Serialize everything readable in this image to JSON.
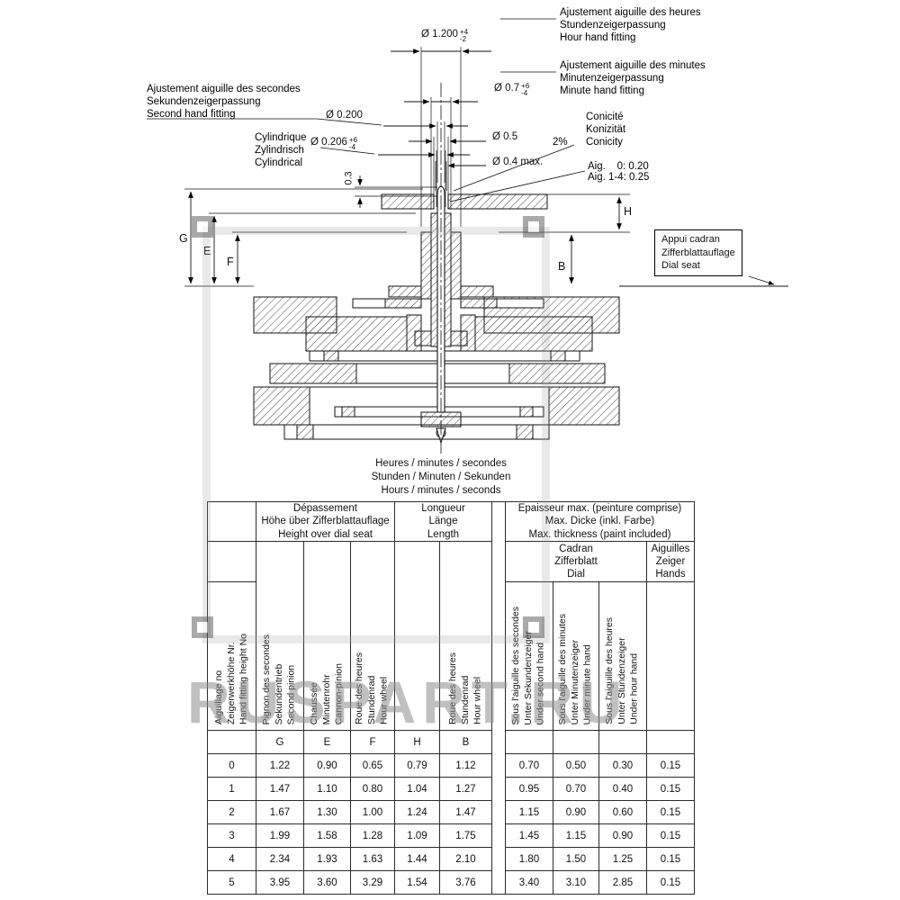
{
  "watermark": {
    "text": "RUSPART.RU"
  },
  "drawing": {
    "annotations": {
      "hour_fitting": "Ajustement  aiguille des heures\nStundenzeigerpassung\nHour hand fitting",
      "minute_fitting": "Ajustement aiguille des minutes\nMinutenzeigerpassung\nMinute hand fitting",
      "second_fitting": "Ajustement aiguille des secondes\nSekundenzeigerpassung\nSecond hand fitting",
      "cylindrical": "Cylindrique\nZylindrisch\nCylindrical",
      "conicity": "Conicité\nKonizität\nConicity",
      "dial_seat": "Appui cadran\nZifferblattauflage\nDial seat",
      "bottom_caption": "Heures / minutes / secondes\nStunden / Minuten / Sekunden\nHours / minutes / seconds"
    },
    "dims": {
      "d1200": {
        "text": "Ø 1.200",
        "tol_plus": "+4",
        "tol_minus": "-2"
      },
      "d07": {
        "text": "Ø 0.7",
        "tol_plus": "+6",
        "tol_minus": "-4"
      },
      "d0200": {
        "text": "Ø 0.200"
      },
      "d0206": {
        "text": "Ø 0.206",
        "tol_plus": "+6",
        "tol_minus": "-4"
      },
      "d05": {
        "text": "Ø 0.5"
      },
      "d04": {
        "text": "Ø 0.4 max."
      },
      "d03": {
        "text": "0.3"
      },
      "conicity_value": "2%",
      "aig0": "Aig.    0: 0.20",
      "aig14": "Aig. 1-4: 0.25",
      "G": "G",
      "E": "E",
      "F": "F",
      "H": "H",
      "B": "B"
    }
  },
  "table": {
    "group_headers": {
      "depassement": "Dépassement\nHöhe über Zifferblattauflage\nHeight over dial seat",
      "longueur": "Longueur\nLänge\nLength",
      "epaisseur": "Epaisseur max. (peinture comprise)\nMax. Dicke (inkl. Farbe)\nMax. thickness (paint included)"
    },
    "sub_headers": {
      "dial": "Cadran\nZifferblatt\nDial",
      "hands": "Aiguilles\nZeiger\nHands"
    },
    "row_header": "Aiguillage no\nZeigerwerkhöhe Nr.\nHand fitting  height No",
    "columns": [
      {
        "header": "Pignon des secondes\nSekundentrieb\nSecond pinion",
        "letter": "G"
      },
      {
        "header": "Chaussée\nMinutenrohr\nCannon-pinion",
        "letter": "E"
      },
      {
        "header": "Roue des heures\nStundenrad\nHour wheel",
        "letter": "F"
      },
      {
        "header": "",
        "letter": "H"
      },
      {
        "header": "Roue des heures\nStundenrad\nHour wheel",
        "letter": "B"
      },
      {
        "header": "Sous l'aiguille des secondes\nUnter  Sekundenzeiger\nUnder second hand",
        "letter": ""
      },
      {
        "header": "Sous l'aiguille des minutes\nUnter Minutenzeiger\nUnder minute hand",
        "letter": ""
      },
      {
        "header": "Sous l'aiguille des heures\nUnter Stundenzeiger\nUnder hour hand",
        "letter": ""
      },
      {
        "header": "",
        "letter": ""
      }
    ],
    "rows": [
      {
        "no": "0",
        "values": [
          "1.22",
          "0.90",
          "0.65",
          "0.79",
          "1.12",
          "0.70",
          "0.50",
          "0.30",
          "0.15"
        ]
      },
      {
        "no": "1",
        "values": [
          "1.47",
          "1.10",
          "0.80",
          "1.04",
          "1.27",
          "0.95",
          "0.70",
          "0.40",
          "0.15"
        ]
      },
      {
        "no": "2",
        "values": [
          "1.67",
          "1.30",
          "1.00",
          "1.24",
          "1.47",
          "1.15",
          "0.90",
          "0.60",
          "0.15"
        ]
      },
      {
        "no": "3",
        "values": [
          "1.99",
          "1.58",
          "1.28",
          "1.09",
          "1.75",
          "1.45",
          "1.15",
          "0.90",
          "0.15"
        ]
      },
      {
        "no": "4",
        "values": [
          "2.34",
          "1.93",
          "1.63",
          "1.44",
          "2.10",
          "1.80",
          "1.50",
          "1.25",
          "0.15"
        ]
      },
      {
        "no": "5",
        "values": [
          "3.95",
          "3.60",
          "3.29",
          "1.54",
          "3.76",
          "3.40",
          "3.10",
          "2.85",
          "0.15"
        ]
      }
    ]
  }
}
